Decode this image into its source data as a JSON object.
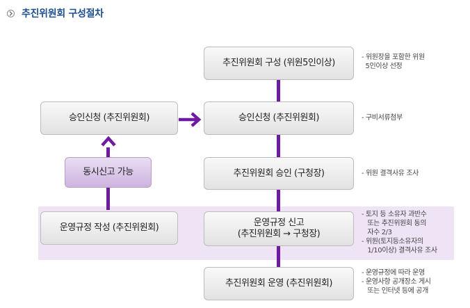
{
  "header": {
    "title": "추진위원회 구성절차"
  },
  "right_column": [
    {
      "label": "추진위원회 구성 (위원5인이상)"
    },
    {
      "label": "승인신청 (추진위원회)"
    },
    {
      "label": "추진위원회 승인 (구청장)"
    },
    {
      "label": "운영규정 신고\n(추진위원회 → 구청장)"
    },
    {
      "label": "추진위원회 운영 (추진위원회)"
    }
  ],
  "left_column": [
    {
      "label": "승인신청 (추진위원회)"
    },
    {
      "label": "동시신고 가능"
    },
    {
      "label": "운영규정 작성 (추진위원회)"
    }
  ],
  "notes": [
    {
      "text": "- 위원장을 포함한 위원\n  5인이상 선정"
    },
    {
      "text": "- 구비서류첨부"
    },
    {
      "text": "- 위원 결격사유 조사"
    },
    {
      "text": "- 토지 등 소유자 과반수\n   또는 추진위원회 동의\n   자수 2/3\n- 위원(토지등소유자의\n   1/10이상) 결격사유 조사"
    },
    {
      "text": "- 운영규정에 따라 운영\n- 운영사항 공개장소 게시\n   또는 인터넷 등에 공개"
    }
  ],
  "colors": {
    "accent": "#6d1ba3",
    "title": "#1d4f8f",
    "band": "#efe3f6"
  }
}
